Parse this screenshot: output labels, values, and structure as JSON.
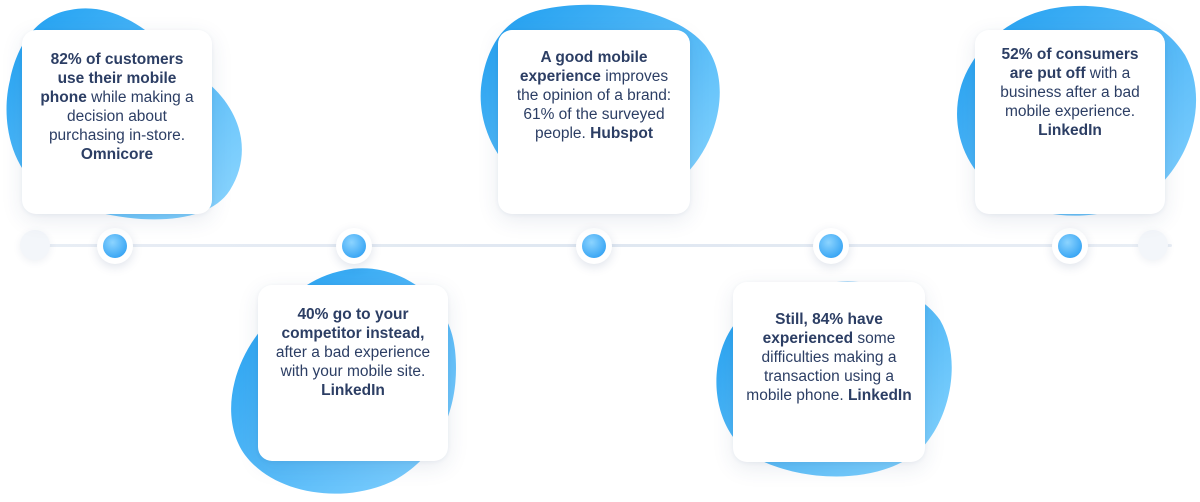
{
  "cards": [
    {
      "bold_1": "82% of customers use their mobile phone",
      "text_1": " while making a decision about purchasing in-store. ",
      "bold_2": "Omnicore",
      "text_2": ""
    },
    {
      "bold_1": "40% go to your competitor instead,",
      "text_1": " after a bad experience with your mobile site. ",
      "bold_2": "LinkedIn",
      "text_2": ""
    },
    {
      "bold_1": "A good mobile experience",
      "text_1": " improves the opinion of a brand: 61% of the surveyed people. ",
      "bold_2": "Hubspot",
      "text_2": ""
    },
    {
      "bold_1": "Still, 84% have experienced",
      "text_1": " some difficulties making a transaction using a mobile phone. ",
      "bold_2": "LinkedIn",
      "text_2": ""
    },
    {
      "bold_1": "52% of consumers are put off",
      "text_1": " with a business after a bad mobile experience. ",
      "bold_2": "LinkedIn",
      "text_2": ""
    }
  ],
  "colors": {
    "accent": "#3fa9f5",
    "accent_light": "#8cd4ff",
    "text": "#2c3e64"
  }
}
